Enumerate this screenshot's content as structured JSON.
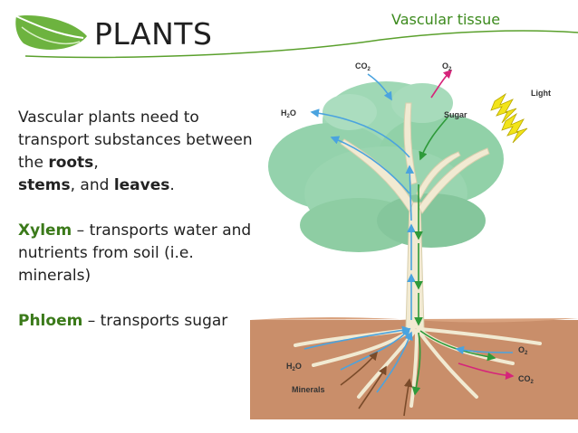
{
  "header": {
    "title": "PLANTS",
    "subtitle": "Vascular tissue"
  },
  "intro": {
    "part1": "Vascular plants need to transport substances between the ",
    "roots": "roots",
    "comma1": ",",
    "stems": "stems",
    "and": ", and ",
    "leaves": "leaves",
    "period": "."
  },
  "xylem": {
    "term": "Xylem",
    "desc": " – transports water and nutrients from soil (i.e. minerals)"
  },
  "phloem": {
    "term": "Phloem",
    "desc": " – transports sugar"
  },
  "figure": {
    "labels": {
      "co2_top": "CO",
      "o2_top": "O",
      "h2o_top": "H",
      "sugar": "Sugar",
      "light": "Light",
      "o2_bottom": "O",
      "co2_bottom": "CO",
      "h2o_bottom": "H",
      "minerals": "Minerals"
    },
    "colors": {
      "xylem_arrow": "#4aa3df",
      "phloem_arrow": "#2e9a3a",
      "gas_out_arrow": "#d6247a",
      "mineral_arrow": "#7a4b2a",
      "lightning": "#f2e41a",
      "soil": "#c98e6a",
      "foliage": "#8fd0a8",
      "trunk": "#f1ead2"
    }
  }
}
